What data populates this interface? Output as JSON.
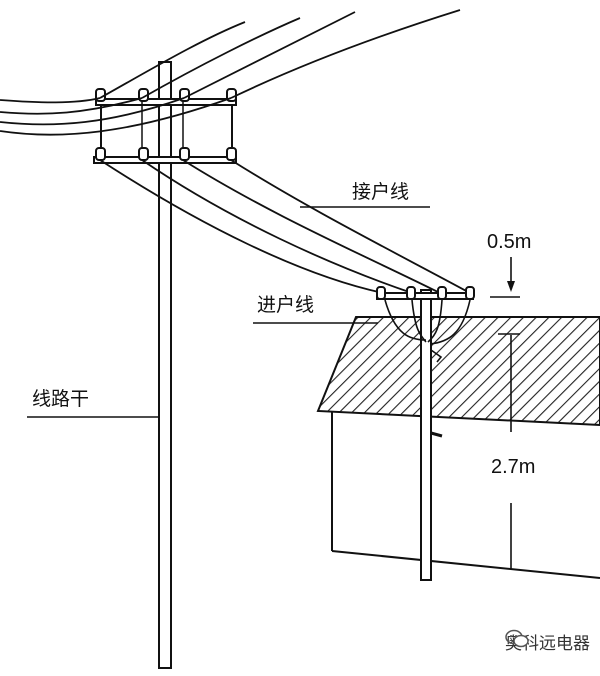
{
  "labels": {
    "service_drop": "接户线",
    "service_entrance": "进户线",
    "main_line": "线路干",
    "roof_clearance": "0.5m",
    "eave_height": "2.7m"
  },
  "watermark": {
    "text": "奥科远电器",
    "icon": "wechat-icon"
  },
  "colors": {
    "line": "#111111",
    "background": "#ffffff"
  }
}
